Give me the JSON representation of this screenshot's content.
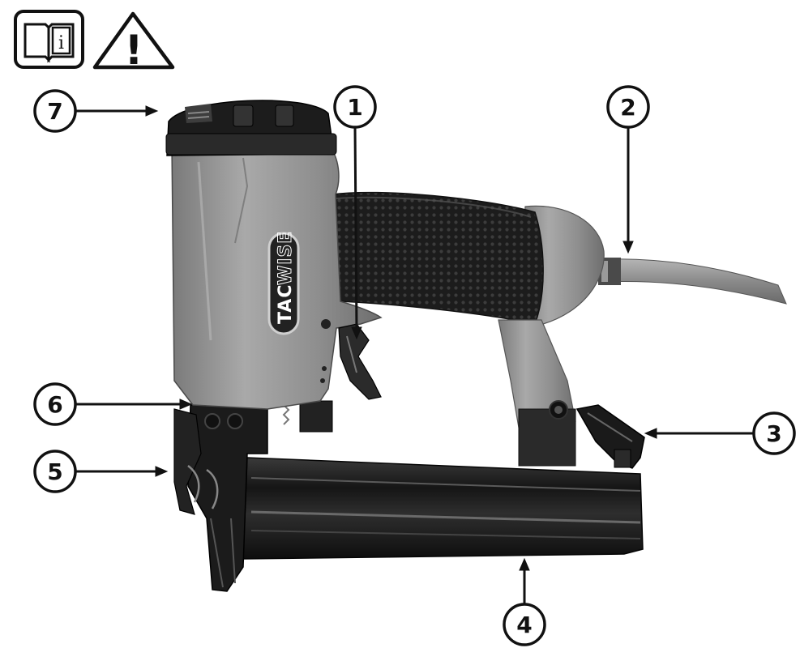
{
  "icons": [
    {
      "name": "manual-info-icon",
      "glyph": "i"
    },
    {
      "name": "warning-icon",
      "glyph": "!"
    }
  ],
  "product": {
    "brand_prefix": "TAC",
    "brand_suffix": "WISE"
  },
  "callouts": [
    {
      "id": "1",
      "label": "1"
    },
    {
      "id": "2",
      "label": "2"
    },
    {
      "id": "3",
      "label": "3"
    },
    {
      "id": "4",
      "label": "4"
    },
    {
      "id": "5",
      "label": "5"
    },
    {
      "id": "6",
      "label": "6"
    },
    {
      "id": "7",
      "label": "7"
    }
  ],
  "colors": {
    "body_gray": "#8c8c8c",
    "body_dark": "#5a5a5a",
    "rubber_black": "#1e1e1e",
    "magazine_black": "#222222",
    "line": "#111111"
  }
}
